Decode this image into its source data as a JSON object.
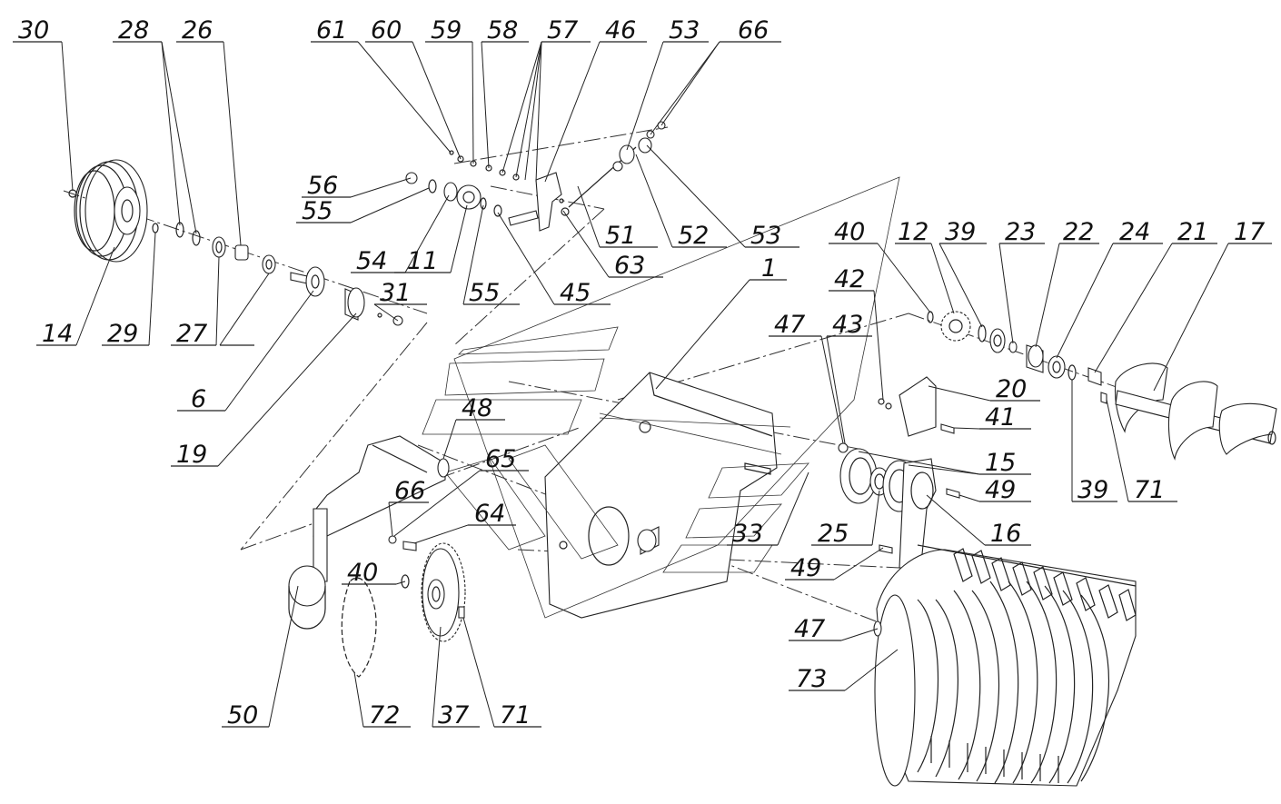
{
  "callouts": [
    {
      "id": "c30",
      "text": "30"
    },
    {
      "id": "c28",
      "text": "28"
    },
    {
      "id": "c26",
      "text": "26"
    },
    {
      "id": "c61",
      "text": "61"
    },
    {
      "id": "c60",
      "text": "60"
    },
    {
      "id": "c59",
      "text": "59"
    },
    {
      "id": "c58",
      "text": "58"
    },
    {
      "id": "c57",
      "text": "57"
    },
    {
      "id": "c46",
      "text": "46"
    },
    {
      "id": "c53a",
      "text": "53"
    },
    {
      "id": "c66a",
      "text": "66"
    },
    {
      "id": "c56",
      "text": "56"
    },
    {
      "id": "c55a",
      "text": "55"
    },
    {
      "id": "c54",
      "text": "54"
    },
    {
      "id": "c11",
      "text": "11"
    },
    {
      "id": "c55b",
      "text": "55"
    },
    {
      "id": "c45",
      "text": "45"
    },
    {
      "id": "c51",
      "text": "51"
    },
    {
      "id": "c52",
      "text": "52"
    },
    {
      "id": "c53b",
      "text": "53"
    },
    {
      "id": "c63",
      "text": "63"
    },
    {
      "id": "c14",
      "text": "14"
    },
    {
      "id": "c29",
      "text": "29"
    },
    {
      "id": "c27",
      "text": "27"
    },
    {
      "id": "c31",
      "text": "31"
    },
    {
      "id": "c6",
      "text": "6"
    },
    {
      "id": "c19",
      "text": "19"
    },
    {
      "id": "c1",
      "text": "1"
    },
    {
      "id": "c40a",
      "text": "40"
    },
    {
      "id": "c12",
      "text": "12"
    },
    {
      "id": "c39a",
      "text": "39"
    },
    {
      "id": "c23",
      "text": "23"
    },
    {
      "id": "c22",
      "text": "22"
    },
    {
      "id": "c24",
      "text": "24"
    },
    {
      "id": "c21",
      "text": "21"
    },
    {
      "id": "c17",
      "text": "17"
    },
    {
      "id": "c42",
      "text": "42"
    },
    {
      "id": "c47a",
      "text": "47"
    },
    {
      "id": "c43",
      "text": "43"
    },
    {
      "id": "c20",
      "text": "20"
    },
    {
      "id": "c41",
      "text": "41"
    },
    {
      "id": "c15",
      "text": "15"
    },
    {
      "id": "c49a",
      "text": "49"
    },
    {
      "id": "c39b",
      "text": "39"
    },
    {
      "id": "c71a",
      "text": "71"
    },
    {
      "id": "c48",
      "text": "48"
    },
    {
      "id": "c65",
      "text": "65"
    },
    {
      "id": "c66b",
      "text": "66"
    },
    {
      "id": "c64",
      "text": "64"
    },
    {
      "id": "c33",
      "text": "33"
    },
    {
      "id": "c25",
      "text": "25"
    },
    {
      "id": "c16",
      "text": "16"
    },
    {
      "id": "c49b",
      "text": "49"
    },
    {
      "id": "c40b",
      "text": "40"
    },
    {
      "id": "c47b",
      "text": "47"
    },
    {
      "id": "c73",
      "text": "73"
    },
    {
      "id": "c50",
      "text": "50"
    },
    {
      "id": "c72",
      "text": "72"
    },
    {
      "id": "c37",
      "text": "37"
    },
    {
      "id": "c71b",
      "text": "71"
    }
  ]
}
